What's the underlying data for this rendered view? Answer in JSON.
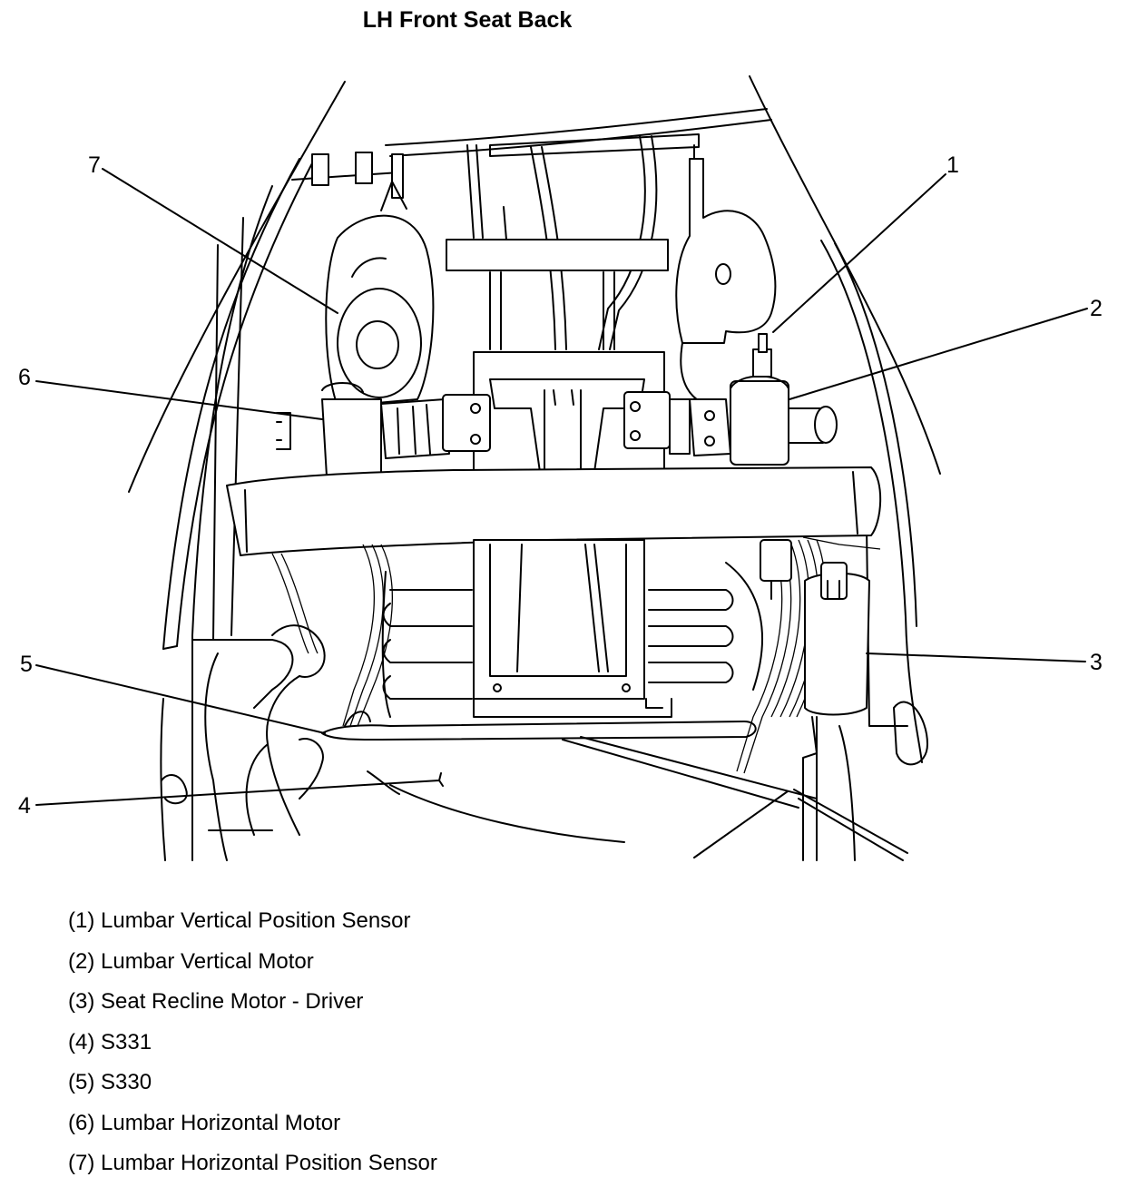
{
  "diagram": {
    "title": "LH Front Seat Back",
    "callouts": [
      {
        "id": "1",
        "label": "1"
      },
      {
        "id": "2",
        "label": "2"
      },
      {
        "id": "3",
        "label": "3"
      },
      {
        "id": "4",
        "label": "4"
      },
      {
        "id": "5",
        "label": "5"
      },
      {
        "id": "6",
        "label": "6"
      },
      {
        "id": "7",
        "label": "7"
      }
    ],
    "legend": [
      "(1) Lumbar Vertical Position Sensor",
      "(2) Lumbar Vertical Motor",
      "(3) Seat Recline Motor - Driver",
      "(4) S331",
      "(5) S330",
      "(6) Lumbar Horizontal Motor",
      "(7) Lumbar Horizontal Position Sensor"
    ]
  }
}
